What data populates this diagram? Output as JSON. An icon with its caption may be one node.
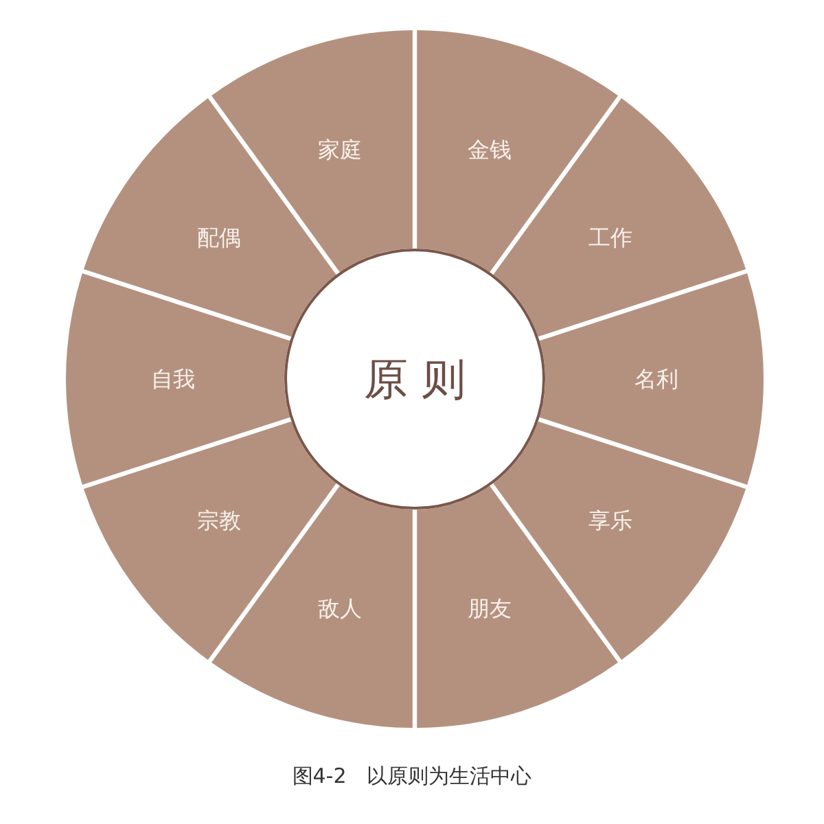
{
  "diagram": {
    "caption": "图4-2　以原则为生活中心",
    "nodes": [
      {
        "text": [
          "原则"
        ]
      },
      {
        "text": [
          "金钱"
        ]
      },
      {
        "text": [
          "工作"
        ]
      },
      {
        "text": [
          "名利"
        ]
      },
      {
        "text": [
          "享乐"
        ]
      },
      {
        "text": [
          "朋友"
        ]
      },
      {
        "text": [
          "敌人"
        ]
      },
      {
        "text": [
          "宗教"
        ]
      },
      {
        "text": [
          "自我"
        ]
      },
      {
        "text": [
          "配偶"
        ]
      },
      {
        "text": [
          "家庭"
        ]
      }
    ]
  }
}
